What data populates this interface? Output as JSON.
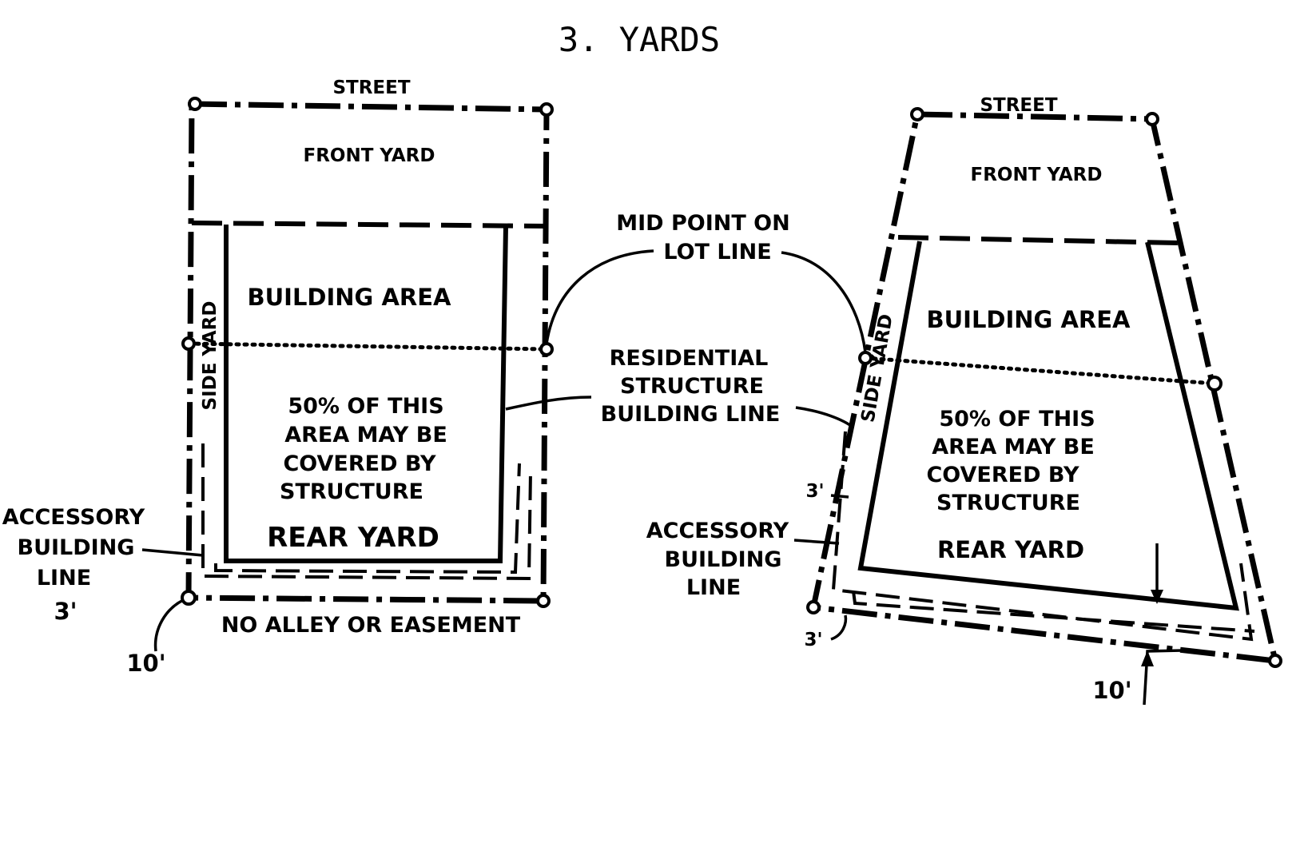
{
  "title": "3. YARDS",
  "left_lot": {
    "street": "STREET",
    "front_yard": "FRONT YARD",
    "building_area": "BUILDING AREA",
    "side_yard": "SIDE YARD",
    "coverage": [
      "50% OF THIS",
      "AREA MAY BE",
      "COVERED BY",
      "STRUCTURE"
    ],
    "rear_yard": "REAR YARD",
    "no_alley": "NO ALLEY OR EASEMENT",
    "accessory": [
      "ACCESSORY",
      "BUILDING",
      "LINE"
    ],
    "dim_3": "3'",
    "dim_10": "10'"
  },
  "center": {
    "mid_point": [
      "MID POINT ON",
      "LOT LINE"
    ],
    "residential": [
      "RESIDENTIAL",
      "STRUCTURE",
      "BUILDING LINE"
    ]
  },
  "right_lot": {
    "street": "STREET",
    "front_yard": "FRONT YARD",
    "building_area": "BUILDING AREA",
    "side_yard": "SIDE YARD",
    "coverage": [
      "50% OF THIS",
      "AREA MAY BE",
      "COVERED BY",
      "STRUCTURE"
    ],
    "rear_yard": "REAR YARD",
    "accessory": [
      "ACCESSORY",
      "BUILDING",
      "LINE"
    ],
    "dim_3_side": "3'",
    "dim_3_rear": "3'",
    "dim_10": "10'"
  }
}
